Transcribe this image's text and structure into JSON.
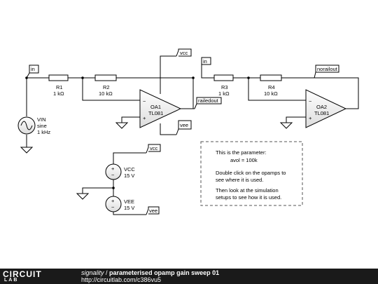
{
  "nets": {
    "in1": "in",
    "in2": "in",
    "vcc_oa1": "vcc",
    "vee_oa1": "vee",
    "railedout": "railedout",
    "norailout": "norailout",
    "vcc_src": "vcc",
    "vee_src": "vee"
  },
  "components": {
    "R1": {
      "name": "R1",
      "value": "1 kΩ"
    },
    "R2": {
      "name": "R2",
      "value": "10 kΩ"
    },
    "R3": {
      "name": "R3",
      "value": "1 kΩ"
    },
    "R4": {
      "name": "R4",
      "value": "10 kΩ"
    },
    "OA1": {
      "name": "OA1",
      "part": "TL081"
    },
    "OA2": {
      "name": "OA2",
      "part": "TL081"
    },
    "VIN": {
      "name": "VIN",
      "type": "sine",
      "freq": "1 kHz"
    },
    "VCC": {
      "name": "VCC",
      "value": "15 V"
    },
    "VEE": {
      "name": "VEE",
      "value": "15 V"
    }
  },
  "opamp_pins": {
    "minus": "−",
    "plus": "+"
  },
  "note": {
    "line1": "This is the parameter:",
    "line2": "avol = 100k",
    "line3": "Double click on the opamps to",
    "line4": "see where it is used.",
    "line5": "Then look at the simulation",
    "line6": "setups to see how it is used."
  },
  "footer": {
    "brand_top": "CIRCUIT",
    "brand_bottom": "LAB",
    "user": "signality",
    "sep": " / ",
    "title": "parameterised opamp gain sweep 01",
    "url": "http://circuitlab.com/c386vu5"
  },
  "colors": {
    "wire": "#000000",
    "footer_bg": "#1a1a1a",
    "note_border": "#555555"
  }
}
